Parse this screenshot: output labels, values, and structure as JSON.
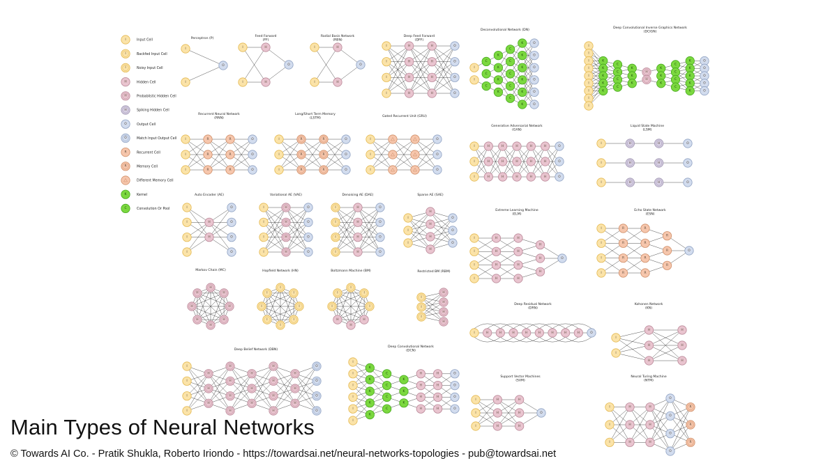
{
  "colors": {
    "I": {
      "fill": "#fbe3a8",
      "stroke": "#e3b74e"
    },
    "B": {
      "fill": "#fbe3a8",
      "stroke": "#e3b74e"
    },
    "N": {
      "fill": "#fbe3a8",
      "stroke": "#e3b74e"
    },
    "H": {
      "fill": "#e9c4cf",
      "stroke": "#b98797"
    },
    "P": {
      "fill": "#e9c4cf",
      "stroke": "#b98797"
    },
    "S": {
      "fill": "#d7cfe3",
      "stroke": "#9a90ad"
    },
    "O": {
      "fill": "#d2dcee",
      "stroke": "#8ea1c2"
    },
    "M": {
      "fill": "#d2dcee",
      "stroke": "#8ea1c2"
    },
    "R": {
      "fill": "#f6c6ac",
      "stroke": "#cf8d66"
    },
    "E": {
      "fill": "#f6c6ac",
      "stroke": "#cf8d66"
    },
    "D": {
      "fill": "#f6c6ac",
      "stroke": "#cf8d66"
    },
    "K": {
      "fill": "#7bd83f",
      "stroke": "#46a81d"
    },
    "C": {
      "fill": "#7bd83f",
      "stroke": "#46a81d"
    }
  },
  "node_letters": {
    "I": "I",
    "B": "I",
    "N": "I",
    "H": "H",
    "P": "H",
    "S": "H",
    "O": "O",
    "M": "O",
    "R": "R",
    "E": "R",
    "D": "",
    "K": "K",
    "C": "C"
  },
  "legend": [
    {
      "type": "I",
      "label": "Input Cell"
    },
    {
      "type": "B",
      "label": "Backfed Input Cell"
    },
    {
      "type": "N",
      "label": "Noisy Input Cell"
    },
    {
      "type": "H",
      "label": "Hidden Cell"
    },
    {
      "type": "P",
      "label": "Probablistic Hidden Cell"
    },
    {
      "type": "S",
      "label": "Spiking Hidden Cell"
    },
    {
      "type": "O",
      "label": "Output Cell"
    },
    {
      "type": "M",
      "label": "Match Input Output Cell"
    },
    {
      "type": "R",
      "label": "Recurrent Cell"
    },
    {
      "type": "E",
      "label": "Memory Cell"
    },
    {
      "type": "D",
      "label": "Different Memory Cell"
    },
    {
      "type": "K",
      "label": "Kernel"
    },
    {
      "type": "C",
      "label": "Convolution Or Pool"
    }
  ],
  "networks": [
    {
      "id": "perceptron",
      "title": [
        "Perceptron (P)"
      ],
      "layers": [
        "II",
        "O"
      ],
      "links": "full"
    },
    {
      "id": "ff",
      "title": [
        "Feed Forward",
        "(FF)"
      ],
      "layers": [
        "II",
        "HH",
        "O"
      ],
      "links": "full"
    },
    {
      "id": "rbn",
      "title": [
        "Radial Basis Network",
        "(RBN)"
      ],
      "layers": [
        "II",
        "HH",
        "O"
      ],
      "links": "full"
    },
    {
      "id": "dff",
      "title": [
        "Deep Feed Forward",
        "(DFF)"
      ],
      "layers": [
        "IIII",
        "HHHH",
        "HHHH",
        "OOOO"
      ],
      "links": "full"
    },
    {
      "id": "dn",
      "title": [
        "Deconvolutional Network (DN)"
      ],
      "layers": [
        "II",
        "CCC",
        "KKKK",
        "CCCCC",
        "KKKKKK",
        "OOOOOO"
      ],
      "links": "near"
    },
    {
      "id": "dcign",
      "title": [
        "Deep Convolutional Inverse Graphics Network",
        "(DCIGN)"
      ],
      "layers": [
        "IIIIIIIII",
        "KKKKK",
        "CCCC",
        "KKK",
        "PP",
        "KKK",
        "CCCC",
        "KKKKK",
        "OOOOO"
      ],
      "links": "near"
    },
    {
      "id": "rnn",
      "title": [
        "Recurrent Neural Network",
        "(RNN)"
      ],
      "layers": [
        "III",
        "RRR",
        "RRR",
        "OOO"
      ],
      "links": "full"
    },
    {
      "id": "lstm",
      "title": [
        "Long/Short Term Memory",
        "(LSTM)"
      ],
      "layers": [
        "III",
        "EEE",
        "EEE",
        "OOO"
      ],
      "links": "full"
    },
    {
      "id": "gru",
      "title": [
        "Gated Recurrent Unit (GRU)"
      ],
      "layers": [
        "III",
        "DDD",
        "DDD",
        "OOO"
      ],
      "links": "full"
    },
    {
      "id": "gan",
      "title": [
        "Generative Adversarial Network",
        "(GAN)"
      ],
      "layers": [
        "III",
        "HHH",
        "HHH",
        "HHH",
        "HHH",
        "HHH",
        "OOO"
      ],
      "links": "full"
    },
    {
      "id": "lsm",
      "title": [
        "Liquid State Machine",
        "(LSM)"
      ],
      "layers": [
        "III",
        "SSS",
        "SSS",
        "OOO"
      ],
      "links": "near"
    },
    {
      "id": "ae",
      "title": [
        "Auto Encoder (AE)"
      ],
      "layers": [
        "IIII",
        "HH",
        "OOOO"
      ],
      "links": "full"
    },
    {
      "id": "vae",
      "title": [
        "Variational AE (VAE)"
      ],
      "layers": [
        "IIII",
        "PPPP",
        "OOOO"
      ],
      "links": "full"
    },
    {
      "id": "dae",
      "title": [
        "Denoising AE (DAE)"
      ],
      "layers": [
        "NNNN",
        "HHHH",
        "OOOO"
      ],
      "links": "full"
    },
    {
      "id": "sae",
      "title": [
        "Sparse AE (SAE)"
      ],
      "layers": [
        "III",
        "HHHH",
        "OOO"
      ],
      "links": "full"
    },
    {
      "id": "elm",
      "title": [
        "Extreme Learning Machine",
        "(ELM)"
      ],
      "layers": [
        "IIII",
        "HHHH",
        "HHHH",
        "HHH",
        "O"
      ],
      "links": "near"
    },
    {
      "id": "esn",
      "title": [
        "Echo State Network",
        "(ESN)"
      ],
      "layers": [
        "IIII",
        "RRRR",
        "RRRR",
        "RRR",
        "O"
      ],
      "links": "near"
    },
    {
      "id": "mc",
      "title": [
        "Markov Chain (MC)"
      ],
      "ring": "PPPPPPPP"
    },
    {
      "id": "hn",
      "title": [
        "Hopfield Network (HN)"
      ],
      "ring": "BBBBBBBB"
    },
    {
      "id": "bm",
      "title": [
        "Boltzmann Machine (BM)"
      ],
      "ring": "BBBHHHBB"
    },
    {
      "id": "rbm",
      "title": [
        "Restricted BM (RBM)"
      ],
      "layers": [
        "BBB",
        "PPPP"
      ],
      "links": "full"
    },
    {
      "id": "drn",
      "title": [
        "Deep Residual Network",
        "(DRN)"
      ],
      "layers": [
        "I",
        "H",
        "H",
        "H",
        "H",
        "H",
        "H",
        "H",
        "H",
        "O"
      ],
      "links": "chain"
    },
    {
      "id": "kn",
      "title": [
        "Kohonen Network",
        "(KN)"
      ],
      "layers": [
        "II",
        "HHH",
        "HHH"
      ],
      "links": "full"
    },
    {
      "id": "dbn",
      "title": [
        "Deep Belief Network (DBN)"
      ],
      "layers": [
        "IIII",
        "PPP",
        "PPPP",
        "PPP",
        "PPPP",
        "PPP",
        "MMMM"
      ],
      "links": "full"
    },
    {
      "id": "dcn",
      "title": [
        "Deep Convolutional Network",
        "(DCN)"
      ],
      "layers": [
        "IIIIII",
        "KKKKK",
        "CCCC",
        "KKK",
        "HHHH",
        "HHHH",
        "OOOO"
      ],
      "links": "near"
    },
    {
      "id": "svm",
      "title": [
        "Support Vector Machines",
        "(SVM)"
      ],
      "layers": [
        "III",
        "HHH",
        "HHH",
        "O"
      ],
      "links": "full"
    },
    {
      "id": "ntm",
      "title": [
        "Neural Turing Machine",
        "(NTM)"
      ],
      "layers": [
        "III",
        "HHH",
        "HHH",
        "OOOO",
        "EEE"
      ],
      "links": "full"
    }
  ],
  "footer": {
    "title": "Main Types of Neural Networks",
    "credit": "© Towards AI Co. - Pratik Shukla, Roberto Iriondo - https://towardsai.net/neural-networks-topologies - pub@towardsai.net"
  }
}
